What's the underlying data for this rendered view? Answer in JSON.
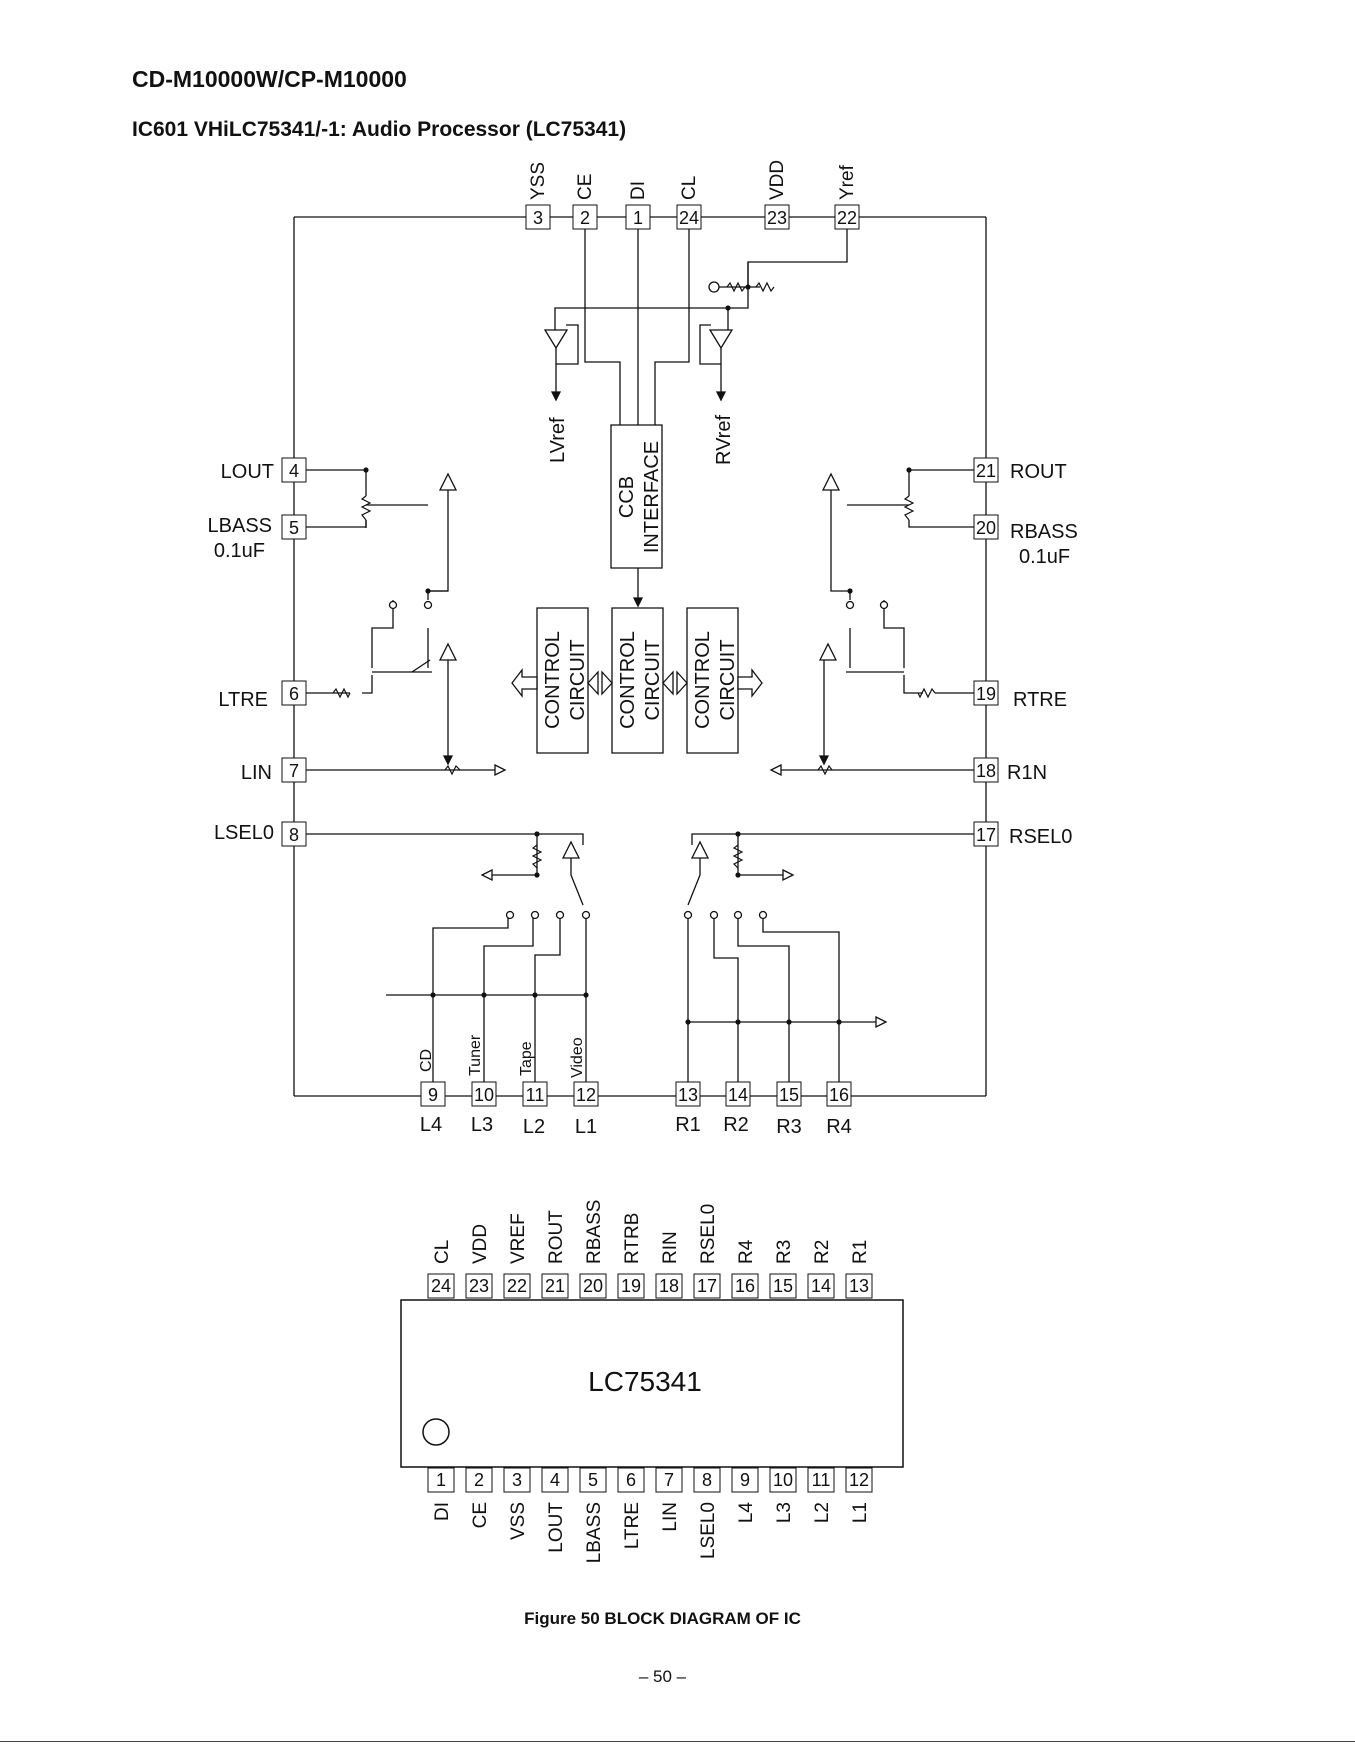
{
  "header": {
    "model": "CD-M10000W/CP-M10000",
    "ic_title": "IC601  VHiLC75341/-1: Audio Processor (LC75341)"
  },
  "block_diagram": {
    "top_pins": [
      {
        "num": "3",
        "label": "YSS"
      },
      {
        "num": "2",
        "label": "CE"
      },
      {
        "num": "1",
        "label": "DI"
      },
      {
        "num": "24",
        "label": "CL"
      },
      {
        "num": "23",
        "label": "VDD"
      },
      {
        "num": "22",
        "label": "Yref"
      }
    ],
    "left_pins": [
      {
        "num": "4",
        "label": "LOUT"
      },
      {
        "num": "5",
        "label": "LBASS",
        "note": "0.1uF"
      },
      {
        "num": "6",
        "label": "LTRE"
      },
      {
        "num": "7",
        "label": "LIN"
      },
      {
        "num": "8",
        "label": "LSEL0"
      }
    ],
    "right_pins": [
      {
        "num": "21",
        "label": "ROUT"
      },
      {
        "num": "20",
        "label": "RBASS",
        "note": "0.1uF"
      },
      {
        "num": "19",
        "label": "RTRE"
      },
      {
        "num": "18",
        "label": "R1N"
      },
      {
        "num": "17",
        "label": "RSEL0"
      }
    ],
    "bottom_pins": [
      {
        "num": "9",
        "label": "L4",
        "source": "CD"
      },
      {
        "num": "10",
        "label": "L3",
        "source": "Tuner"
      },
      {
        "num": "11",
        "label": "L2",
        "source": "Tape"
      },
      {
        "num": "12",
        "label": "L1",
        "source": "Video"
      },
      {
        "num": "13",
        "label": "R1"
      },
      {
        "num": "14",
        "label": "R2"
      },
      {
        "num": "15",
        "label": "R3"
      },
      {
        "num": "16",
        "label": "R4"
      }
    ],
    "ref_labels": {
      "left": "LVref",
      "right": "RVref"
    },
    "ccb": {
      "line1": "CCB",
      "line2": "INTERFACE"
    },
    "control": {
      "line1": "CONTROL",
      "line2": "CIRCUIT"
    }
  },
  "package": {
    "chip_label": "LC75341",
    "top_row": [
      {
        "num": "24",
        "label": "CL"
      },
      {
        "num": "23",
        "label": "VDD"
      },
      {
        "num": "22",
        "label": "VREF"
      },
      {
        "num": "21",
        "label": "ROUT"
      },
      {
        "num": "20",
        "label": "RBASS"
      },
      {
        "num": "19",
        "label": "RTRB"
      },
      {
        "num": "18",
        "label": "RIN"
      },
      {
        "num": "17",
        "label": "RSEL0"
      },
      {
        "num": "16",
        "label": "R4"
      },
      {
        "num": "15",
        "label": "R3"
      },
      {
        "num": "14",
        "label": "R2"
      },
      {
        "num": "13",
        "label": "R1"
      }
    ],
    "bottom_row": [
      {
        "num": "1",
        "label": "DI"
      },
      {
        "num": "2",
        "label": "CE"
      },
      {
        "num": "3",
        "label": "VSS"
      },
      {
        "num": "4",
        "label": "LOUT"
      },
      {
        "num": "5",
        "label": "LBASS"
      },
      {
        "num": "6",
        "label": "LTRE"
      },
      {
        "num": "7",
        "label": "LIN"
      },
      {
        "num": "8",
        "label": "LSEL0"
      },
      {
        "num": "9",
        "label": "L4"
      },
      {
        "num": "10",
        "label": "L3"
      },
      {
        "num": "11",
        "label": "L2"
      },
      {
        "num": "12",
        "label": "L1"
      }
    ]
  },
  "caption": "Figure 50 BLOCK DIAGRAM OF IC",
  "page_number": "– 50 –"
}
